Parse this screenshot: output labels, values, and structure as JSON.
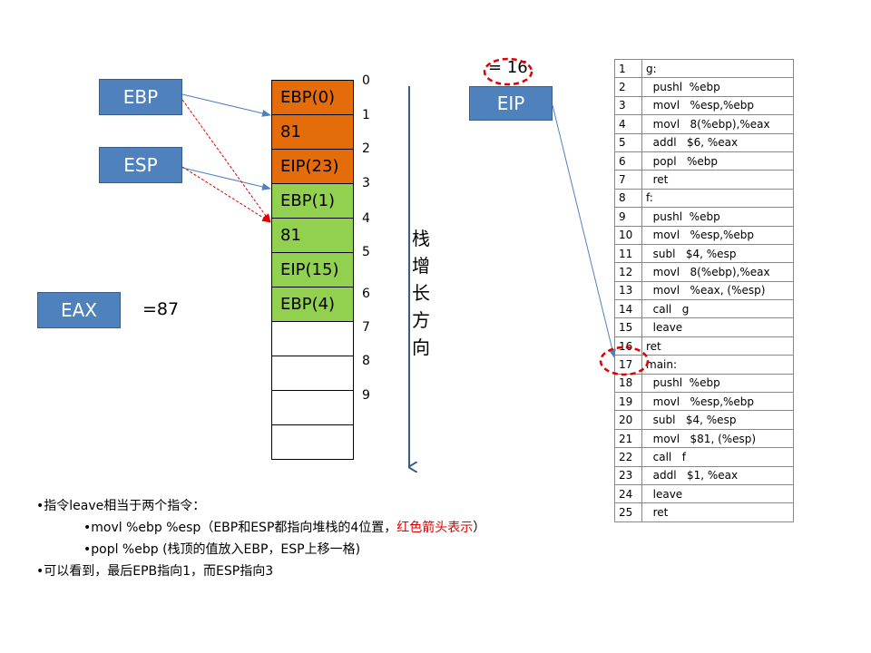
{
  "registers": {
    "ebp": "EBP",
    "esp": "ESP",
    "eax": "EAX",
    "eax_value": "=87",
    "eip": "EIP",
    "eip_value": "= 16"
  },
  "stack": {
    "cells": [
      {
        "label": "EBP(0)",
        "color": "#e46c0a"
      },
      {
        "label": "81",
        "color": "#e46c0a"
      },
      {
        "label": "EIP(23)",
        "color": "#e46c0a"
      },
      {
        "label": "EBP(1)",
        "color": "#92d050"
      },
      {
        "label": "81",
        "color": "#92d050"
      },
      {
        "label": "EIP(15)",
        "color": "#92d050"
      },
      {
        "label": "EBP(4)",
        "color": "#92d050"
      },
      {
        "label": "",
        "color": "#ffffff"
      },
      {
        "label": "",
        "color": "#ffffff"
      },
      {
        "label": "",
        "color": "#ffffff"
      },
      {
        "label": "",
        "color": "#ffffff"
      }
    ],
    "indices": [
      "0",
      "1",
      "2",
      "3",
      "4",
      "5",
      "6",
      "7",
      "8",
      "9"
    ],
    "growth_label": [
      "栈",
      "增",
      "长",
      "方",
      "向"
    ]
  },
  "code": [
    [
      "1",
      "g:"
    ],
    [
      "2",
      "  pushl  %ebp"
    ],
    [
      "3",
      "  movl   %esp,%ebp"
    ],
    [
      "4",
      "  movl   8(%ebp),%eax"
    ],
    [
      "5",
      "  addl   $6, %eax"
    ],
    [
      "6",
      "  popl   %ebp"
    ],
    [
      "7",
      "  ret"
    ],
    [
      "8",
      "f:"
    ],
    [
      "9",
      "  pushl  %ebp"
    ],
    [
      "10",
      "  movl   %esp,%ebp"
    ],
    [
      "11",
      "  subl   $4, %esp"
    ],
    [
      "12",
      "  movl   8(%ebp),%eax"
    ],
    [
      "13",
      "  movl   %eax, (%esp)"
    ],
    [
      "14",
      "  call   g"
    ],
    [
      "15",
      "  leave"
    ],
    [
      "16",
      "ret"
    ],
    [
      "17",
      "main:"
    ],
    [
      "18",
      "  pushl  %ebp"
    ],
    [
      "19",
      "  movl   %esp,%ebp"
    ],
    [
      "20",
      "  subl   $4, %esp"
    ],
    [
      "21",
      "  movl   $81, (%esp)"
    ],
    [
      "22",
      "  call   f"
    ],
    [
      "23",
      "  addl   $1, %eax"
    ],
    [
      "24",
      "  leave"
    ],
    [
      "25",
      "  ret"
    ]
  ],
  "notes": {
    "line1": "•指令leave相当于两个指令：",
    "line2_main": "•movl %ebp %esp（EBP和ESP都指向堆栈的4位置，",
    "line2_red": "红色箭头表示",
    "line2_end": "）",
    "line3": "•popl %ebp (栈顶的值放入EBP，ESP上移一格)",
    "line4": "•可以看到，最后EPB指向1，而ESP指向3"
  },
  "colors": {
    "register_blue": "#4f81bd",
    "arrow_blue": "#4f81bd",
    "arrow_red": "#e00000",
    "frame_orange": "#e46c0a",
    "frame_green": "#92d050"
  }
}
